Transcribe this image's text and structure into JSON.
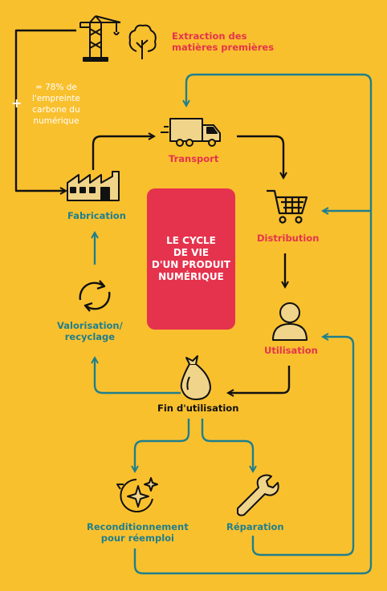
{
  "center_title": "LE CYCLE\nDE VIE\nD'UN PRODUIT\nNUMÉRIQUE",
  "note": "= 78% de\nl'empreinte\ncarbone du\nnumérique",
  "plus_sign": "+",
  "steps": {
    "extraction": "Extraction des\nmatières premières",
    "transport": "Transport",
    "distribution": "Distribution",
    "utilisation": "Utilisation",
    "fin": "Fin d'utilisation",
    "reconditionnement": "Reconditionnement\npour réemploi",
    "reparation": "Réparation",
    "valorisation": "Valorisation/\nrecyclage",
    "fabrication": "Fabrication"
  },
  "colors": {
    "background": "#F9C02E",
    "black_arrow": "#111111",
    "teal_arrow": "#1F7F8C",
    "red_label": "#E5334D",
    "center_box": "#E5334D"
  }
}
